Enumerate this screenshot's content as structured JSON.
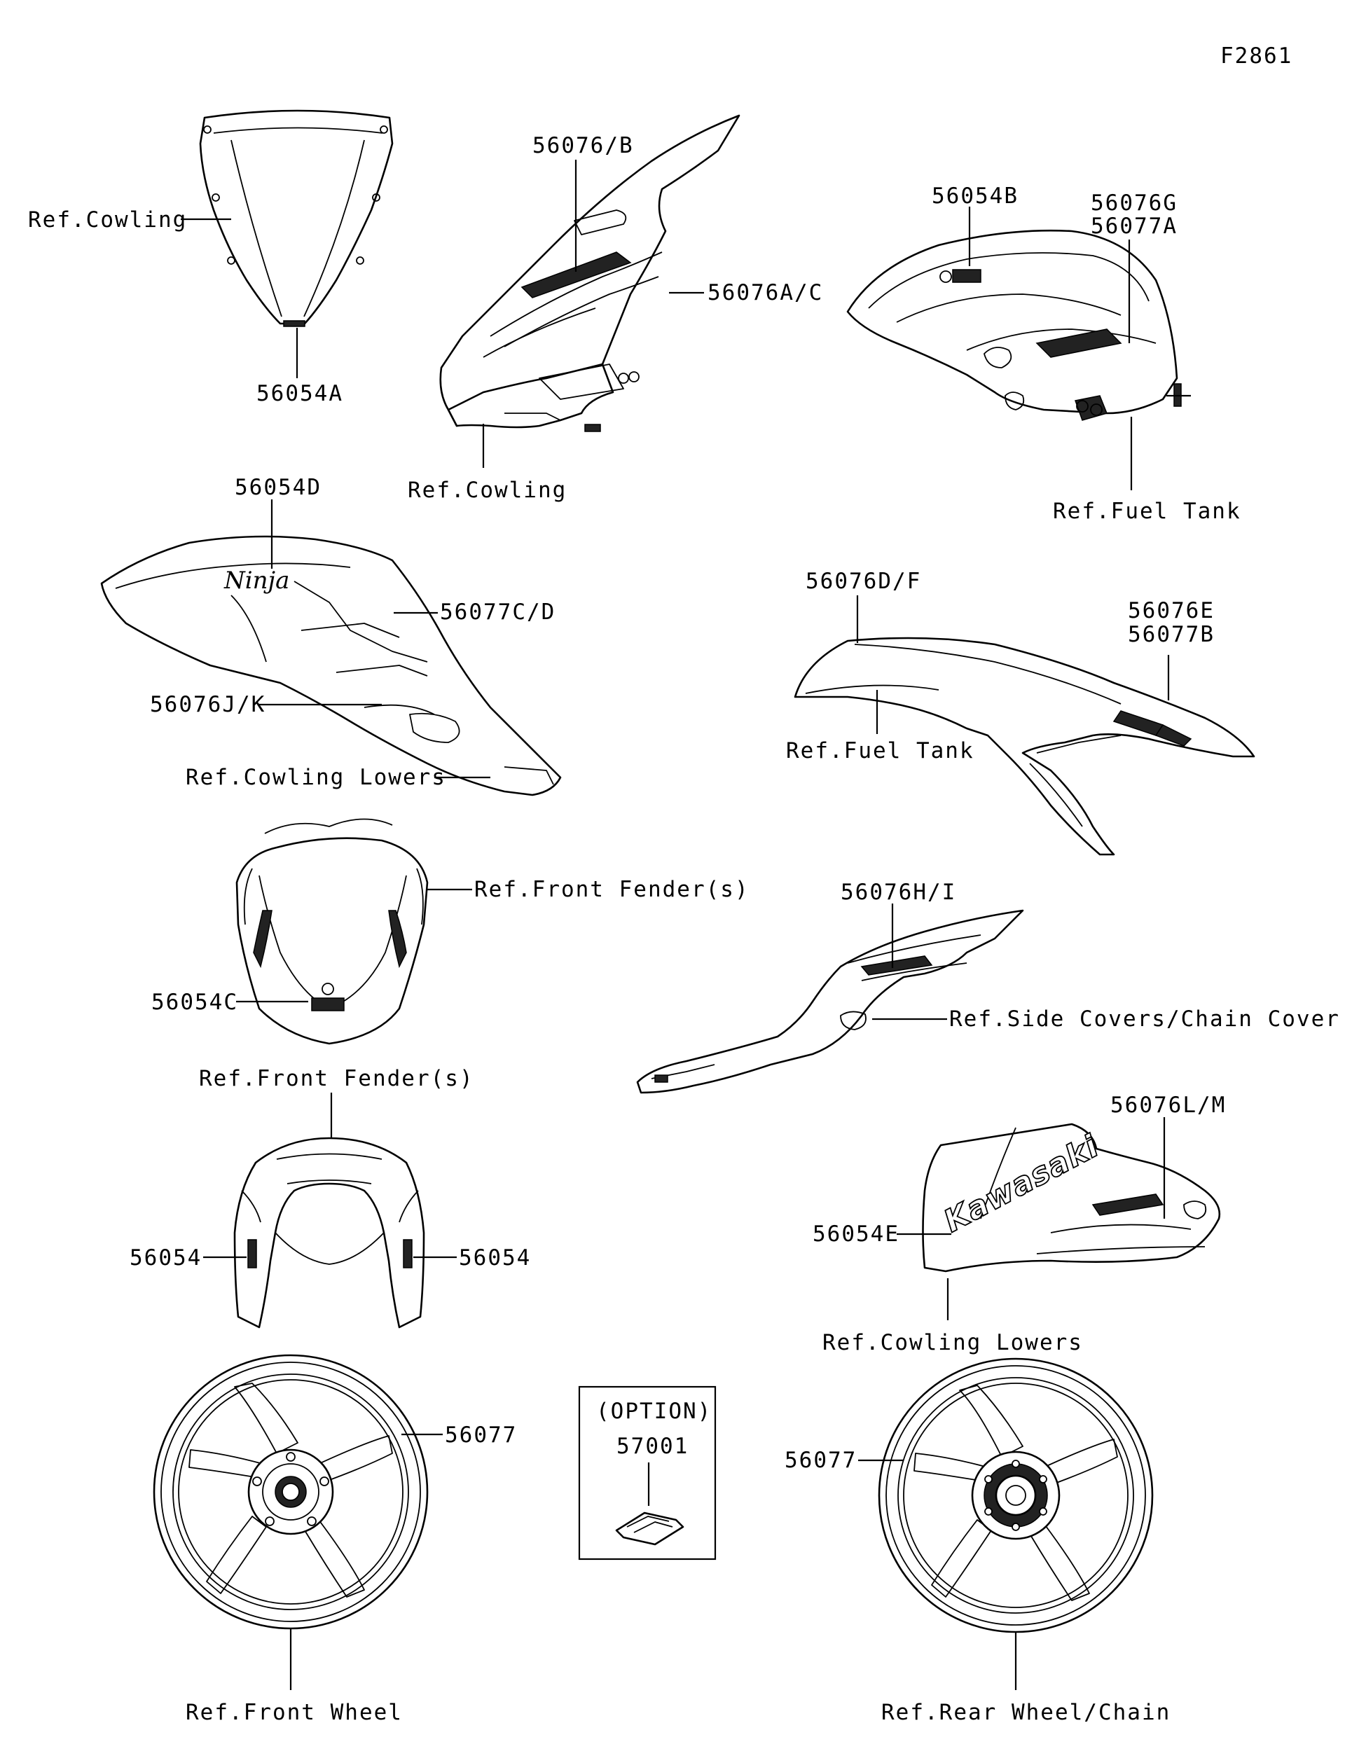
{
  "diagram_code": "F2861",
  "labels": {
    "windscreen_cowling": "Ref.Cowling",
    "windscreen_part": "56054A",
    "upper_cowl_top": "56076/B",
    "upper_cowl_side": "56076A/C",
    "upper_cowl_cowling": "Ref.Cowling",
    "tank_emblem": "56054B",
    "tank_decal_1": "56076G",
    "tank_decal_2": "56077A",
    "tank_ref": "Ref.Fuel Tank",
    "lower_ninja": "56054D",
    "lower_decal": "56077C/D",
    "lower_stripe": "56076J/K",
    "lower_ref": "Ref.Cowling Lowers",
    "tankcover_top": "56076D/F",
    "tankcover_decal_1": "56076E",
    "tankcover_decal_2": "56077B",
    "tankcover_ref": "Ref.Fuel Tank",
    "front_fender_ref": "Ref.Front Fender(s)",
    "front_fender_emblem": "56054C",
    "side_cover_decal": "56076H/I",
    "side_cover_ref": "Ref.Side Covers/Chain Cover",
    "rear_fender_ref": "Ref.Front Fender(s)",
    "rear_fender_left": "56054",
    "rear_fender_right": "56054",
    "kawasaki_decal": "56076L/M",
    "kawasaki_emblem": "56054E",
    "kawasaki_ref": "Ref.Cowling Lowers",
    "front_wheel_decal": "56077",
    "front_wheel_ref": "Ref.Front Wheel",
    "option_title": "(OPTION)",
    "option_part": "57001",
    "rear_wheel_decal": "56077",
    "rear_wheel_ref": "Ref.Rear Wheel/Chain"
  },
  "decal_text": {
    "ninja_script": "Ninja",
    "kawasaki_script": "Kawasaki"
  }
}
